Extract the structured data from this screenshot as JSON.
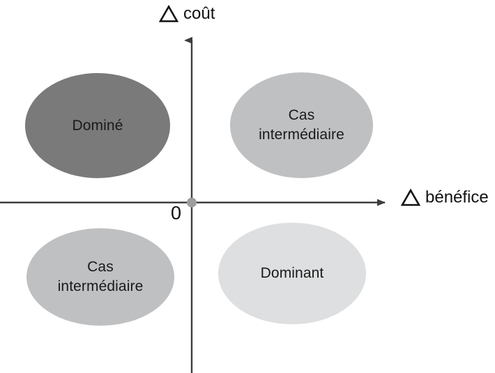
{
  "figure": {
    "type": "quadrant-diagram",
    "background_color": "#ffffff",
    "axes": {
      "x": {
        "label_symbol": "△",
        "label_text": "bénéfice",
        "direction": "right",
        "color": "#3d3d3d"
      },
      "y": {
        "label_symbol": "△",
        "label_text": "coût",
        "direction": "up",
        "color": "#3d3d3d"
      },
      "origin_label": "0",
      "origin_dot_color": "#9d9d9d"
    },
    "quadrants": [
      {
        "id": "top-left",
        "label": "Dominé",
        "fill": "#7a7a7b",
        "meaning": "delta-cost positive, delta-benefit negative"
      },
      {
        "id": "top-right",
        "label": "Cas\nintermédiaire",
        "fill": "#bfc0c2",
        "meaning": "delta-cost positive, delta-benefit positive"
      },
      {
        "id": "bottom-left",
        "label": "Cas\nintermédiaire",
        "fill": "#bfc0c2",
        "meaning": "delta-cost negative, delta-benefit negative"
      },
      {
        "id": "bottom-right",
        "label": "Dominant",
        "fill": "#dedfe0",
        "meaning": "delta-cost negative, delta-benefit positive"
      }
    ]
  }
}
